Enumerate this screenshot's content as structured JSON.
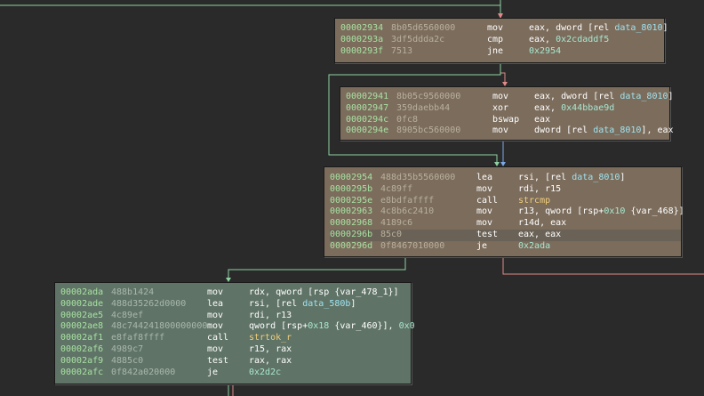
{
  "colors": {
    "background": "#2a2a2a",
    "block_brown": "#7b6c5c",
    "block_green": "#5f7366",
    "edge_true": "#8fd3a2",
    "edge_false": "#e08a8a",
    "edge_uncond": "#7aa8e8",
    "address": "#a8e1a2",
    "symbol": "#9fe3f0",
    "function": "#f1cd7a"
  },
  "blocks": [
    {
      "id": "block-2934",
      "rows": [
        {
          "addr": "00002934",
          "bytes": "8b05d6560000",
          "mn": "mov",
          "ops": [
            {
              "t": "eax, dword [rel "
            },
            {
              "t": "data_8010",
              "c": "sym"
            },
            {
              "t": "]"
            }
          ]
        },
        {
          "addr": "0000293a",
          "bytes": "3df5ddda2c",
          "mn": "cmp",
          "ops": [
            {
              "t": "eax, "
            },
            {
              "t": "0x2cdaddf5",
              "c": "num"
            }
          ]
        },
        {
          "addr": "0000293f",
          "bytes": "7513",
          "mn": "jne",
          "ops": [
            {
              "t": "0x2954",
              "c": "num"
            }
          ]
        }
      ]
    },
    {
      "id": "block-2941",
      "rows": [
        {
          "addr": "00002941",
          "bytes": "8b05c9560000",
          "mn": "mov",
          "ops": [
            {
              "t": "eax, dword [rel "
            },
            {
              "t": "data_8010",
              "c": "sym"
            },
            {
              "t": "]"
            }
          ]
        },
        {
          "addr": "00002947",
          "bytes": "359daebb44",
          "mn": "xor",
          "ops": [
            {
              "t": "eax, "
            },
            {
              "t": "0x44bbae9d",
              "c": "num"
            }
          ]
        },
        {
          "addr": "0000294c",
          "bytes": "0fc8",
          "mn": "bswap",
          "ops": [
            {
              "t": "eax"
            }
          ]
        },
        {
          "addr": "0000294e",
          "bytes": "8905bc560000",
          "mn": "mov",
          "ops": [
            {
              "t": "dword [rel "
            },
            {
              "t": "data_8010",
              "c": "sym"
            },
            {
              "t": "], eax"
            }
          ]
        }
      ]
    },
    {
      "id": "block-2954",
      "rows": [
        {
          "addr": "00002954",
          "bytes": "488d35b5560000",
          "mn": "lea",
          "ops": [
            {
              "t": "rsi, [rel "
            },
            {
              "t": "data_8010",
              "c": "sym"
            },
            {
              "t": "]"
            }
          ]
        },
        {
          "addr": "0000295b",
          "bytes": "4c89ff",
          "mn": "mov",
          "ops": [
            {
              "t": "rdi, r15"
            }
          ]
        },
        {
          "addr": "0000295e",
          "bytes": "e8bdfaffff",
          "mn": "call",
          "ops": [
            {
              "t": "strcmp",
              "c": "fn"
            }
          ]
        },
        {
          "addr": "00002963",
          "bytes": "4c8b6c2410",
          "mn": "mov",
          "ops": [
            {
              "t": "r13, qword [rsp+"
            },
            {
              "t": "0x10",
              "c": "num"
            },
            {
              "t": " {var_468}]"
            }
          ]
        },
        {
          "addr": "00002968",
          "bytes": "4189c6",
          "mn": "mov",
          "ops": [
            {
              "t": "r14d, eax"
            }
          ]
        },
        {
          "addr": "0000296b",
          "bytes": "85c0",
          "mn": "test",
          "ops": [
            {
              "t": "eax, eax"
            }
          ],
          "hl": true
        },
        {
          "addr": "0000296d",
          "bytes": "0f8467010000",
          "mn": "je",
          "ops": [
            {
              "t": "0x2ada",
              "c": "num"
            }
          ]
        }
      ]
    },
    {
      "id": "block-2ada",
      "rows": [
        {
          "addr": "00002ada",
          "bytes": "488b1424",
          "mn": "mov",
          "ops": [
            {
              "t": "rdx, qword [rsp {var_478_1}]"
            }
          ]
        },
        {
          "addr": "00002ade",
          "bytes": "488d35262d0000",
          "mn": "lea",
          "ops": [
            {
              "t": "rsi, [rel "
            },
            {
              "t": "data_580b",
              "c": "sym"
            },
            {
              "t": "]"
            }
          ]
        },
        {
          "addr": "00002ae5",
          "bytes": "4c89ef",
          "mn": "mov",
          "ops": [
            {
              "t": "rdi, r13"
            }
          ]
        },
        {
          "addr": "00002ae8",
          "bytes": "48c744241800000000",
          "mn": "mov",
          "ops": [
            {
              "t": "qword [rsp+"
            },
            {
              "t": "0x18",
              "c": "num"
            },
            {
              "t": " {var_460}], "
            },
            {
              "t": "0x0",
              "c": "num"
            }
          ]
        },
        {
          "addr": "00002af1",
          "bytes": "e8faf8ffff",
          "mn": "call",
          "ops": [
            {
              "t": "strtok_r",
              "c": "fn"
            }
          ]
        },
        {
          "addr": "00002af6",
          "bytes": "4989c7",
          "mn": "mov",
          "ops": [
            {
              "t": "r15, rax"
            }
          ]
        },
        {
          "addr": "00002af9",
          "bytes": "4885c0",
          "mn": "test",
          "ops": [
            {
              "t": "rax, rax"
            }
          ]
        },
        {
          "addr": "00002afc",
          "bytes": "0f842a020000",
          "mn": "je",
          "ops": [
            {
              "t": "0x2d2c",
              "c": "num"
            }
          ]
        }
      ]
    }
  ]
}
